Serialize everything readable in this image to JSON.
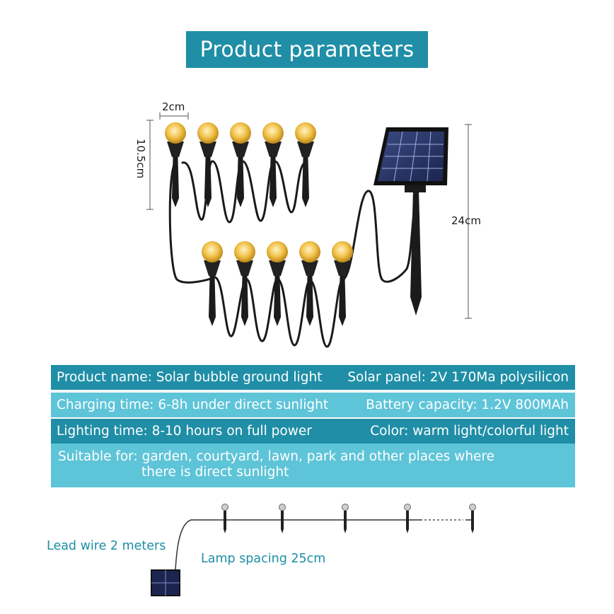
{
  "header": {
    "title": "Product parameters"
  },
  "dimensions": {
    "width": "2cm",
    "height": "10.5cm",
    "panel_height": "24cm"
  },
  "specs": {
    "row1": {
      "left": "Product name: Solar bubble ground light",
      "right": "Solar panel: 2V 170Ma polysilicon"
    },
    "row2": {
      "left": "Charging time: 6-8h under direct sunlight",
      "right": "Battery capacity: 1.2V 800MAh"
    },
    "row3": {
      "left": "Lighting time: 8-10 hours on full power",
      "right": "Color: warm light/colorful light"
    },
    "row4": {
      "line1": "Suitable for: garden, courtyard, lawn, park and other places where",
      "line2": "there is direct sunlight"
    }
  },
  "diagram": {
    "lead_wire": "Lead wire 2 meters",
    "spacing": "Lamp spacing 25cm"
  },
  "colors": {
    "banner": "#1f8ea6",
    "light_row": "#5ec4d8",
    "caption": "#1d8fa6",
    "bulb": "#f2c24a"
  }
}
